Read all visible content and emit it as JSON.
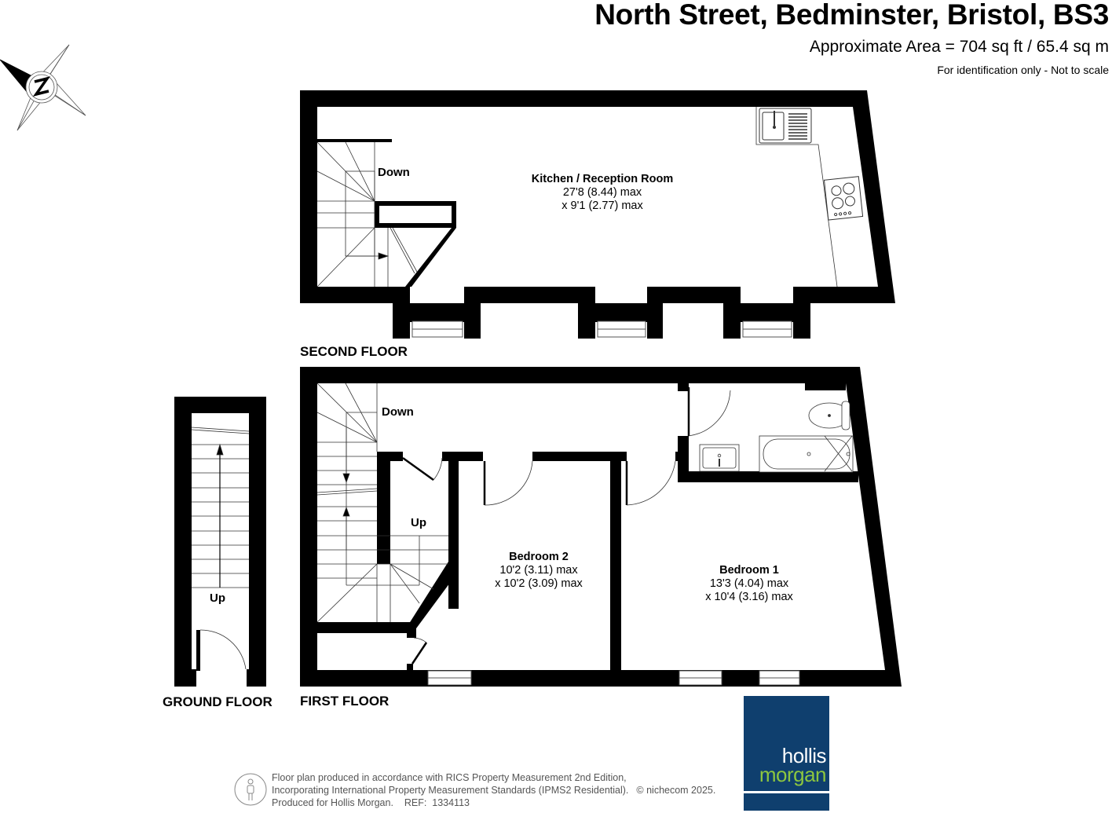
{
  "header": {
    "title": "North Street, Bedminster, Bristol, BS3",
    "area": "Approximate Area = 704 sq ft / 65.4 sq m",
    "disclaimer": "For identification only - Not to scale"
  },
  "compass": {
    "icon": "north-compass-icon",
    "letter": "N"
  },
  "floors": {
    "second": {
      "label": "SECOND FLOOR",
      "stairs_label": "Down",
      "rooms": [
        {
          "name": "Kitchen / Reception Room",
          "dim1": "27'8 (8.44) max",
          "dim2": "x 9'1 (2.77) max"
        }
      ],
      "fixtures": [
        "sink-icon",
        "hob-icon"
      ]
    },
    "first": {
      "label": "FIRST FLOOR",
      "stairs_down_label": "Down",
      "stairs_up_label": "Up",
      "rooms": [
        {
          "name": "Bedroom 2",
          "dim1": "10'2 (3.11) max",
          "dim2": "x 10'2 (3.09) max"
        },
        {
          "name": "Bedroom 1",
          "dim1": "13'3 (4.04) max",
          "dim2": "x 10'4 (3.16) max"
        }
      ],
      "fixtures": [
        "toilet-icon",
        "bath-icon",
        "basin-icon"
      ]
    },
    "ground": {
      "label": "GROUND FLOOR",
      "stairs_label": "Up"
    }
  },
  "footer": {
    "line1": "Floor plan produced in accordance with RICS Property Measurement 2nd Edition,",
    "line2": "Incorporating International Property Measurement Standards (IPMS2 Residential).",
    "copyright": "© nichecom 2025.",
    "line3": "Produced for Hollis Morgan.    REF:  1334113"
  },
  "logo": {
    "line1": "hollis",
    "line2": "morgan",
    "background": "#0f3f6e",
    "accent": "#8dc63f"
  }
}
